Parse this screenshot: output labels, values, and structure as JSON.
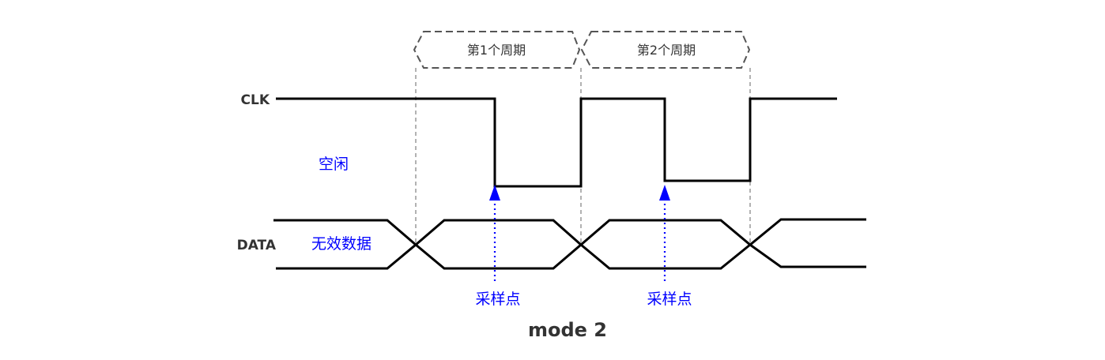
{
  "signals": {
    "clk_label": "CLK",
    "data_label": "DATA"
  },
  "periods": [
    {
      "label": "第1个周期"
    },
    {
      "label": "第2个周期"
    }
  ],
  "annotations": {
    "idle_label": "空闲",
    "invalid_data_label": "无效数据",
    "sample_points": [
      "采样点",
      "采样点"
    ]
  },
  "caption": "mode 2",
  "colors": {
    "annotation_blue": "#0000FF",
    "waveform": "#000000",
    "guide_dashed": "#888888",
    "text": "#333333"
  }
}
